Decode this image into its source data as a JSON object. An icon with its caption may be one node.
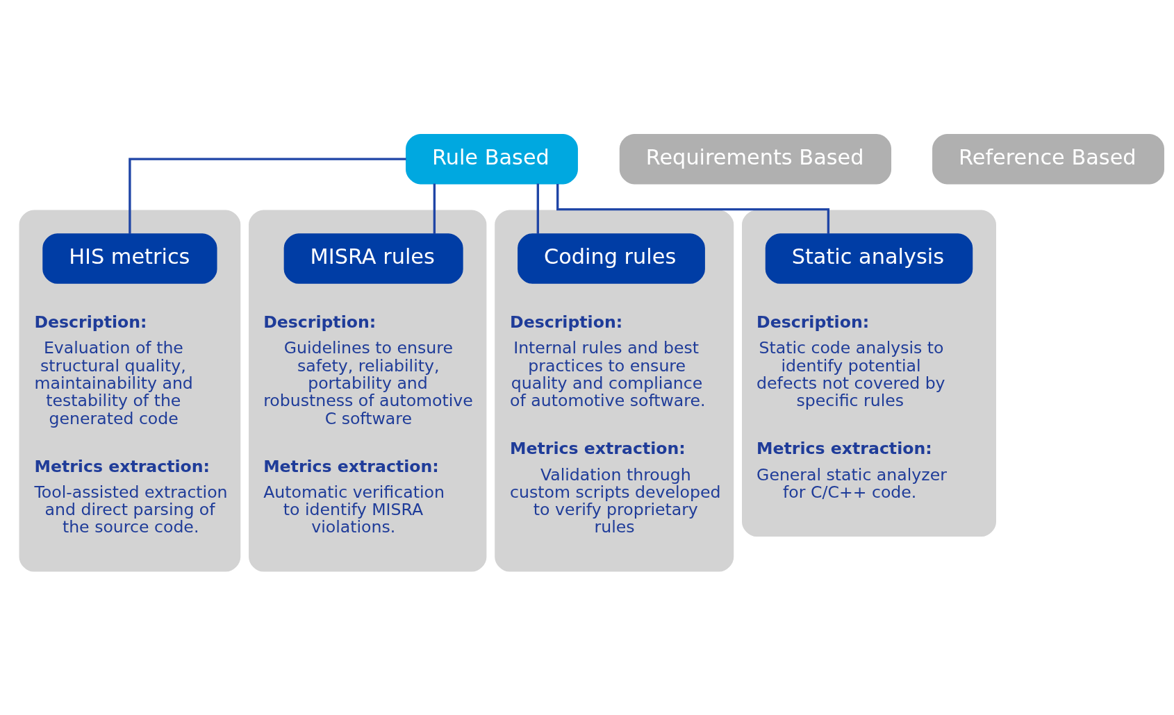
{
  "diagram": {
    "nodes": [
      {
        "text": [
          "Rule Based"
        ]
      },
      {
        "text": [
          "Requirements Based"
        ]
      },
      {
        "text": [
          "Reference Based"
        ]
      },
      {
        "text": [
          "Description:",
          "Evaluation of the structural quality, maintainability and testability of the generated code",
          "Metrics extraction:",
          "Tool-assisted extraction and direct parsing of the source code."
        ]
      },
      {
        "text": [
          "HIS metrics"
        ],
        "in": 3
      },
      {
        "text": [
          "Description:",
          "Guidelines to ensure safety, reliability, portability and robustness of automotive C software",
          "Metrics extraction:",
          "Automatic verification to identify MISRA violations."
        ]
      },
      {
        "text": [
          "MISRA rules"
        ],
        "in": 5
      },
      {
        "text": [
          "Description:",
          "Internal rules and best practices to ensure quality and compliance of automotive software.",
          "Metrics extraction:",
          "Validation through custom scripts developed to verify proprietary rules"
        ]
      },
      {
        "text": [
          "Coding rules"
        ],
        "in": 7
      },
      {
        "text": [
          "Description:",
          "Static code analysis to identify potential defects not covered by specific rules",
          "Metrics extraction:",
          "General static analyzer for C/C++ code."
        ]
      },
      {
        "text": [
          "Static analysis"
        ],
        "in": 9
      }
    ],
    "edges": [
      {
        "from": 0,
        "to": 4,
        "arrow": "none"
      },
      {
        "from": 0,
        "to": 6,
        "arrow": "none"
      },
      {
        "from": 0,
        "to": 8,
        "arrow": "none"
      },
      {
        "from": 0,
        "to": 10,
        "arrow": "none"
      }
    ]
  }
}
